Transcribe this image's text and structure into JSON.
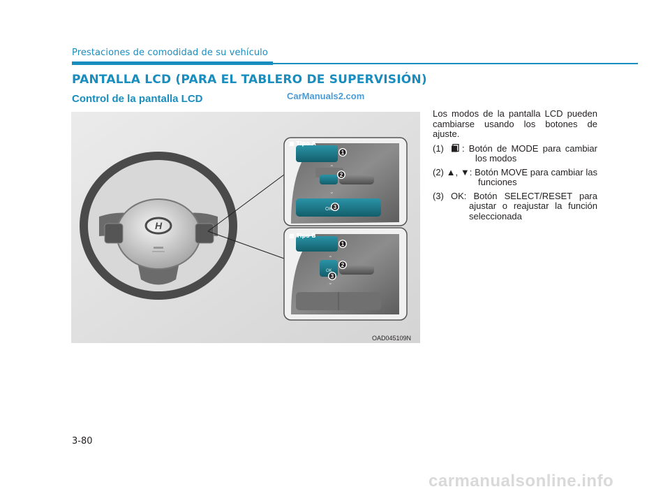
{
  "header": {
    "running_title": "Prestaciones de comodidad de su vehículo"
  },
  "section": {
    "title": "PANTALLA LCD (PARA EL TABLERO DE SUPERVISIÓN)",
    "subtitle": "Control de la pantalla LCD"
  },
  "watermark_top": "CarManuals2.com",
  "figure": {
    "code": "OAD045109N",
    "type_a_label": "■ Tipo A",
    "type_b_label": "■ Tipo B",
    "ok_label": "OK",
    "callouts": [
      "1",
      "2",
      "3"
    ]
  },
  "body": {
    "intro": "Los modos de la pantalla LCD pueden cambiarse usando los botones de ajuste.",
    "items": [
      {
        "num": "(1)",
        "text": ": Botón de MODE para cambiar los modos"
      },
      {
        "num": "(2)",
        "symbols": "▲, ▼",
        "text": ": Botón MOVE para cambiar las funciones"
      },
      {
        "num": "(3)",
        "key": "OK",
        "text": ": Botón SELECT/RESET para ajustar o reajustar la función seleccionada"
      }
    ]
  },
  "page_number": "3-80",
  "footer_watermark": "carmanualsonline.info",
  "colors": {
    "accent": "#1a8dbf",
    "button_teal": "#1b7a8c",
    "panel_border": "#555555"
  }
}
